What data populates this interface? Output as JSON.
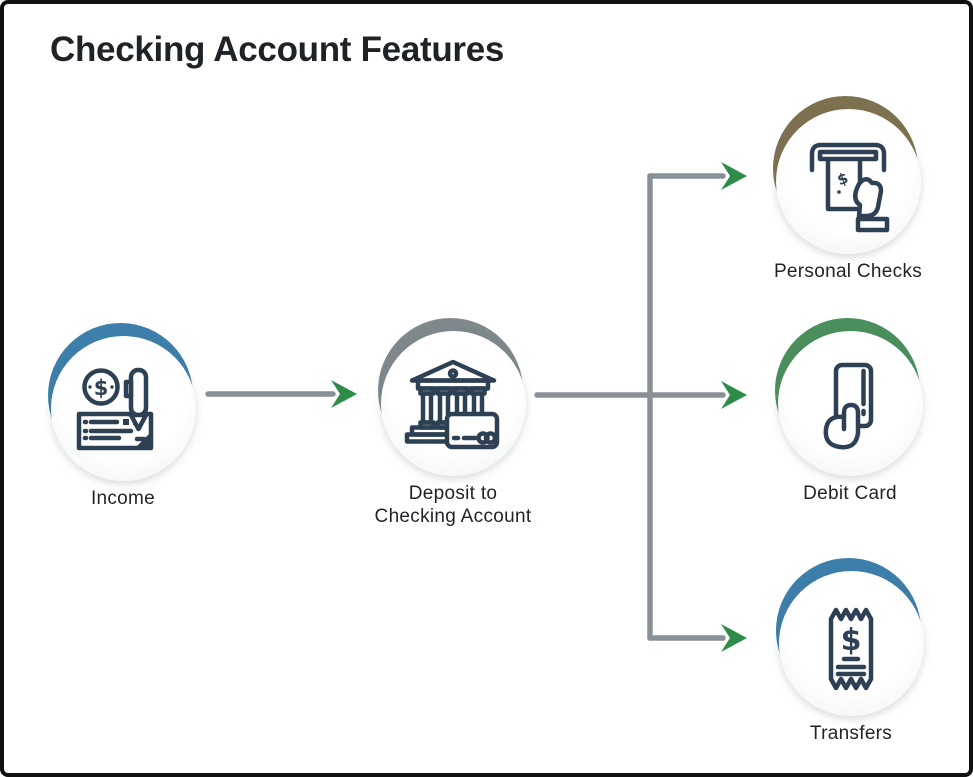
{
  "title": "Checking Account Features",
  "colors": {
    "line": "#8a9196",
    "arrowhead": "#2e8c49",
    "icon-stroke": "#2e4154",
    "text": "#1f2328",
    "frame": "#101010"
  },
  "nodes": {
    "income": {
      "label": "Income",
      "arc_color": "#3d7eab",
      "icon": "coin-check-pen-icon"
    },
    "deposit": {
      "label": "Deposit to\nChecking Account",
      "arc_color": "#7f898c",
      "icon": "bank-with-card-icon"
    },
    "personal_checks": {
      "label": "Personal Checks",
      "arc_color": "#7d7150",
      "icon": "check-deposit-hand-icon"
    },
    "debit_card": {
      "label": "Debit Card",
      "arc_color": "#4a8f5c",
      "icon": "card-in-hand-icon"
    },
    "transfers": {
      "label": "Transfers",
      "arc_color": "#3d7eab",
      "icon": "receipt-icon"
    }
  }
}
